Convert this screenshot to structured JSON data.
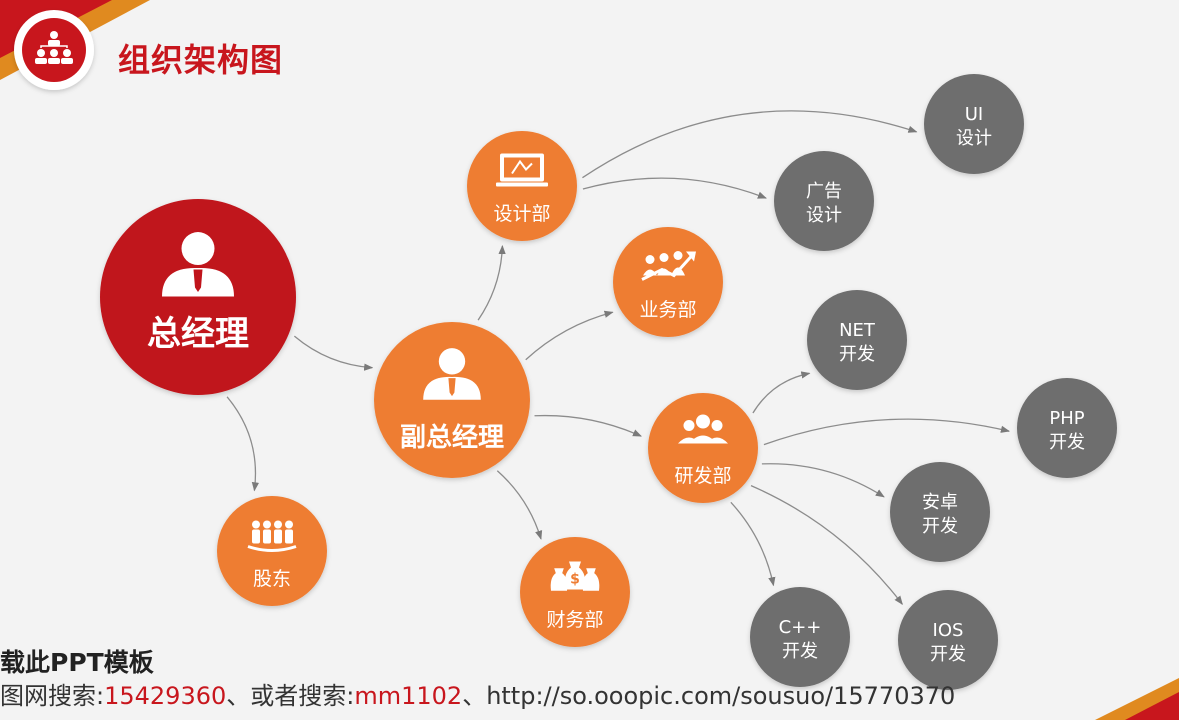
{
  "header": {
    "title": "组织架构图",
    "icon": "org-chart-icon"
  },
  "colors": {
    "primary_red": "#c0141b",
    "orange": "#ee7d33",
    "gray": "#6e6e6e",
    "connector": "#8c8c8c"
  },
  "nodes": [
    {
      "id": "gm",
      "label": "总经理",
      "icon": "manager-icon",
      "style": "red"
    },
    {
      "id": "vp",
      "label": "副总经理",
      "icon": "manager-icon",
      "style": "orange"
    },
    {
      "id": "shareholder",
      "label": "股东",
      "icon": "shareholders-icon",
      "style": "orange"
    },
    {
      "id": "design",
      "label": "设计部",
      "icon": "computer-design-icon",
      "style": "orange"
    },
    {
      "id": "business",
      "label": "业务部",
      "icon": "growth-team-icon",
      "style": "orange"
    },
    {
      "id": "rd",
      "label": "研发部",
      "icon": "team-icon",
      "style": "orange"
    },
    {
      "id": "finance",
      "label": "财务部",
      "icon": "money-bags-icon",
      "style": "orange"
    },
    {
      "id": "ui",
      "lines": [
        "UI",
        "设计"
      ],
      "style": "gray"
    },
    {
      "id": "ad",
      "lines": [
        "广告",
        "设计"
      ],
      "style": "gray"
    },
    {
      "id": "net",
      "lines": [
        "NET",
        "开发"
      ],
      "style": "gray"
    },
    {
      "id": "php",
      "lines": [
        "PHP",
        "开发"
      ],
      "style": "gray"
    },
    {
      "id": "android",
      "lines": [
        "安卓",
        "开发"
      ],
      "style": "gray"
    },
    {
      "id": "ios",
      "lines": [
        "IOS",
        "开发"
      ],
      "style": "gray"
    },
    {
      "id": "cpp",
      "lines": [
        "C++",
        "开发"
      ],
      "style": "gray"
    }
  ],
  "edges": [
    {
      "from": "gm",
      "to": "vp"
    },
    {
      "from": "gm",
      "to": "shareholder"
    },
    {
      "from": "vp",
      "to": "design"
    },
    {
      "from": "vp",
      "to": "business"
    },
    {
      "from": "vp",
      "to": "rd"
    },
    {
      "from": "vp",
      "to": "finance"
    },
    {
      "from": "design",
      "to": "ui"
    },
    {
      "from": "design",
      "to": "ad"
    },
    {
      "from": "rd",
      "to": "net"
    },
    {
      "from": "rd",
      "to": "php"
    },
    {
      "from": "rd",
      "to": "android"
    },
    {
      "from": "rd",
      "to": "ios"
    },
    {
      "from": "rd",
      "to": "cpp"
    }
  ],
  "footer": {
    "line1": "载此PPT模板",
    "line2_prefix": "图网搜索:",
    "line2_id": "15429360",
    "line2_mid": "、或者搜索:",
    "line2_keyword": "mm1102",
    "line2_sep": "、",
    "line2_url": "http://so.ooopic.com/sousuo/15770370"
  }
}
